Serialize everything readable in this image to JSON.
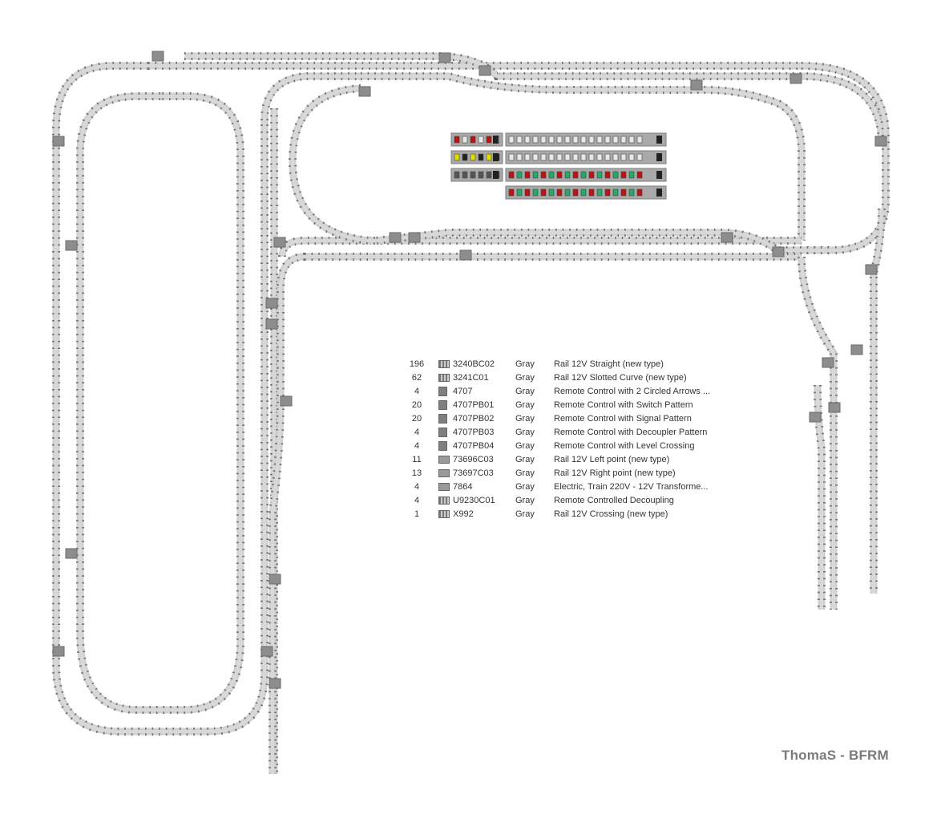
{
  "parts_list": [
    {
      "qty": "196",
      "part": "3240BC02",
      "color": "Gray",
      "description": "Rail 12V Straight (new type)",
      "icon": "straight-rail-icon"
    },
    {
      "qty": "62",
      "part": "3241C01",
      "color": "Gray",
      "description": "Rail 12V Slotted Curve (new type)",
      "icon": "curve-rail-icon"
    },
    {
      "qty": "4",
      "part": "4707",
      "color": "Gray",
      "description": "Remote Control with 2 Circled Arrows ...",
      "icon": "remote-control-icon"
    },
    {
      "qty": "20",
      "part": "4707PB01",
      "color": "Gray",
      "description": "Remote Control with Switch Pattern",
      "icon": "remote-control-switch-icon"
    },
    {
      "qty": "20",
      "part": "4707PB02",
      "color": "Gray",
      "description": "Remote Control with Signal Pattern",
      "icon": "remote-control-signal-icon"
    },
    {
      "qty": "4",
      "part": "4707PB03",
      "color": "Gray",
      "description": "Remote Control with Decoupler Pattern",
      "icon": "remote-control-decoupler-icon"
    },
    {
      "qty": "4",
      "part": "4707PB04",
      "color": "Gray",
      "description": "Remote Control with Level Crossing",
      "icon": "remote-control-crossing-icon"
    },
    {
      "qty": "11",
      "part": "73696C03",
      "color": "Gray",
      "description": "Rail 12V Left point (new type)",
      "icon": "left-point-icon"
    },
    {
      "qty": "13",
      "part": "73697C03",
      "color": "Gray",
      "description": "Rail 12V Right point (new type)",
      "icon": "right-point-icon"
    },
    {
      "qty": "4",
      "part": "7864",
      "color": "Gray",
      "description": "Electric, Train 220V - 12V Transforme...",
      "icon": "transformer-icon"
    },
    {
      "qty": "4",
      "part": "U9230C01",
      "color": "Gray",
      "description": "Remote Controlled Decoupling",
      "icon": "decoupling-rail-icon"
    },
    {
      "qty": "1",
      "part": "X992",
      "color": "Gray",
      "description": "Rail 12V Crossing (new type)",
      "icon": "crossing-rail-icon"
    }
  ],
  "credit": "ThomaS - BFRM",
  "colors": {
    "rail": "#8f8f8f",
    "sleeper": "#6e6e6e",
    "panel": "#a9a9a9",
    "credit": "#7a7a7a"
  }
}
